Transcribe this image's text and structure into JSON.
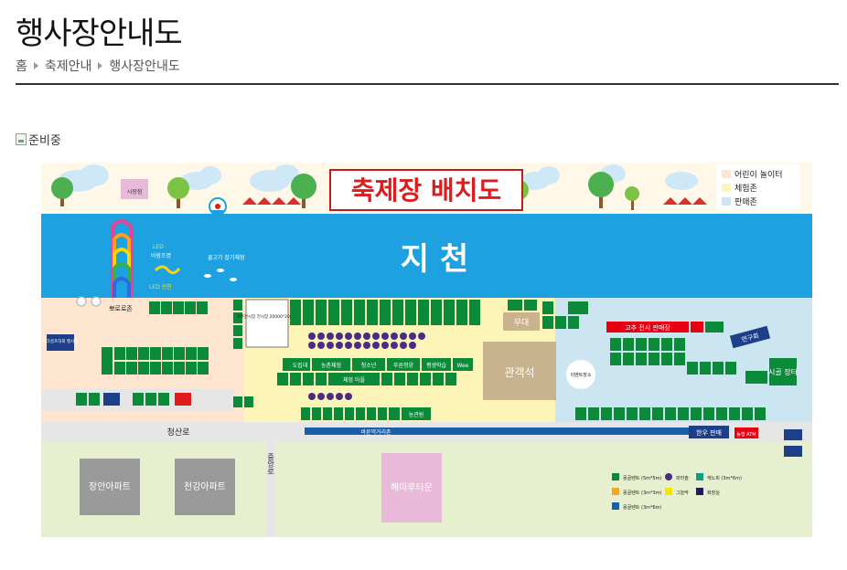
{
  "page": {
    "title": "행사장안내도",
    "breadcrumb": [
      "홈",
      "축제안내",
      "행사장안내도"
    ],
    "image_alt": "준비중"
  },
  "map": {
    "banner": "축제장 배치도",
    "river": "지 천",
    "legend": [
      "어린이 놀이터",
      "체험존",
      "판매존"
    ],
    "labels": {
      "market": "시장점",
      "fish_exp": "물고기 잡기체험",
      "led": "LED",
      "led2": "바람조명",
      "led3": "LED 산천",
      "pororo": "뽀로로존",
      "park_golf": "파크골프대회 행사장",
      "pepper_exhibit": "고추전시장 전시장 20000*20000",
      "stage": "무대",
      "gwangaek": "관객석",
      "pepper_sale": "고추 전시 판매장",
      "yeongu": "연구회",
      "event_stage": "이벤트장소",
      "sigol": "시골 장터",
      "cheongsan": "청산로",
      "jungang": "중앙로",
      "jangan": "장안아파트",
      "cheongan": "천강아파트",
      "haemaru": "해마루타운",
      "barunmeok": "바른먹거리촌",
      "hanwoo": "한우 판매",
      "nonghyup": "농협 ATM",
      "experience_village": "체험 마을",
      "dorip": "도립대",
      "nongchon": "농촌체험",
      "youth": "청소년",
      "youth2": "푸른청양",
      "pyeong": "평생학습",
      "wee": "Wee",
      "nongkwan": "농관원"
    },
    "key": [
      "몽골텐트 (5m*5m)",
      "파라솔",
      "캐노피 (3m*6m)",
      "몽골텐트 (3m*3m)",
      "그늘막",
      "화장실",
      "몽골텐트 (3m*6m)"
    ],
    "colors": {
      "river": "#1da1e0",
      "green_tent": "#0b8a3a",
      "purple": "#4a2d83",
      "red_banner": "#e60012",
      "kids_zone": "#fde5cf",
      "experience": "#fdf5b8",
      "sale": "#cbe6f0",
      "lower": "#e6f0cf",
      "road": "#e6e6e6",
      "apt": "#9a9a9a",
      "haemaru": "#e8b9d8"
    }
  }
}
